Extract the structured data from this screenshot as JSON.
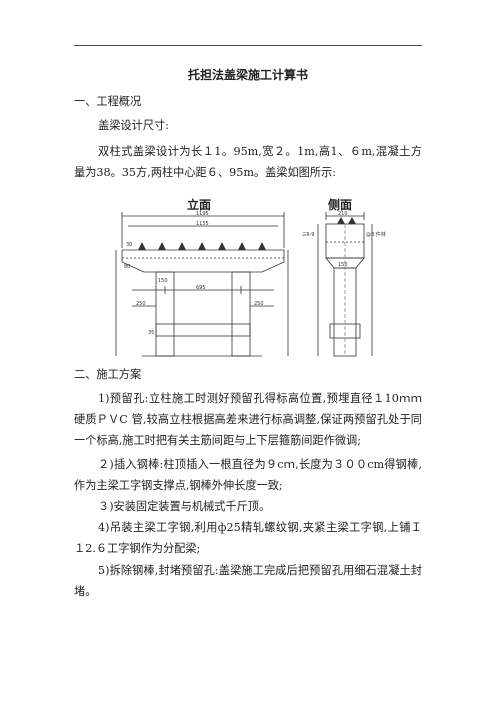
{
  "doc": {
    "title": "托担法盖梁施工计算书",
    "section1": "一、工程概况",
    "subhead": "盖梁设计尺寸:",
    "para1": "双柱式盖梁设计为长１1。95m,宽２。1m,高1、６m,混凝土方量为38。35方,两柱中心距６、95m。盖梁如图所示:",
    "figure": {
      "front_label": "立面",
      "side_label": "侧面",
      "dim_total": "1195",
      "dim_inner": "1155",
      "dim_center": "695",
      "dim_left": "250",
      "dim_right": "250",
      "dim_col": "150",
      "dim_side_top": "210",
      "dim_side_mid": "150",
      "mark_rebar": "@3 件林",
      "mark_h": "三Ⅱ-9",
      "mark_80": "80",
      "mark_30": "30",
      "mark_35": "35"
    },
    "section2": "二、施工方案",
    "step1": "1)预留孔:立柱施工时测好预留孔得标高位置,预埋直径１10ｍｍ 硬质ＰＶC 管,较高立柱根据高差来进行标高调整,保证两预留孔处于同一个标高,施工时把有关主筋间距与上下层箍筋间距作微调;",
    "step2": "２)插入钢棒:柱顶插入一根直径为９cｍ,长度为３００cm得钢棒,作为主梁工字钢支撑点,钢棒外伸长度一致;",
    "step3": "３)安装固定装置与机械式千斤顶。",
    "step4": "4)吊装主梁工字钢,利用ф25精轧螺纹钢,夹紧主梁工字钢,上铺Ｉ１2.６工字钢作为分配梁;",
    "step5": "5)拆除钢棒,封堵预留孔:盖梁施工完成后把预留孔用细石混凝土封堵。"
  }
}
